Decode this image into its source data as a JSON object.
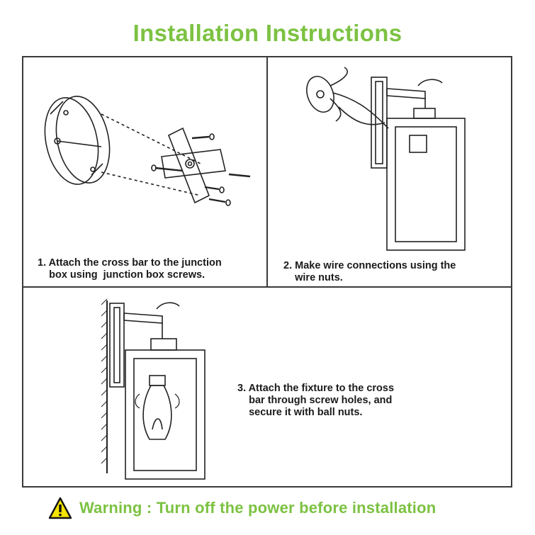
{
  "title": "Installation Instructions",
  "steps": [
    {
      "caption": "1. Attach the cross bar to the junction\n    box using  junction box screws."
    },
    {
      "caption": "2. Make wire connections using the\n    wire nuts."
    },
    {
      "caption": "3. Attach the fixture to the cross\n    bar through screw holes, and\n    secure it with ball nuts."
    }
  ],
  "warning": {
    "text": "Warning : Turn off the power before installation",
    "icon": "warning-triangle-icon",
    "accent_color": "#7cc242",
    "icon_color": "#f5e400"
  }
}
